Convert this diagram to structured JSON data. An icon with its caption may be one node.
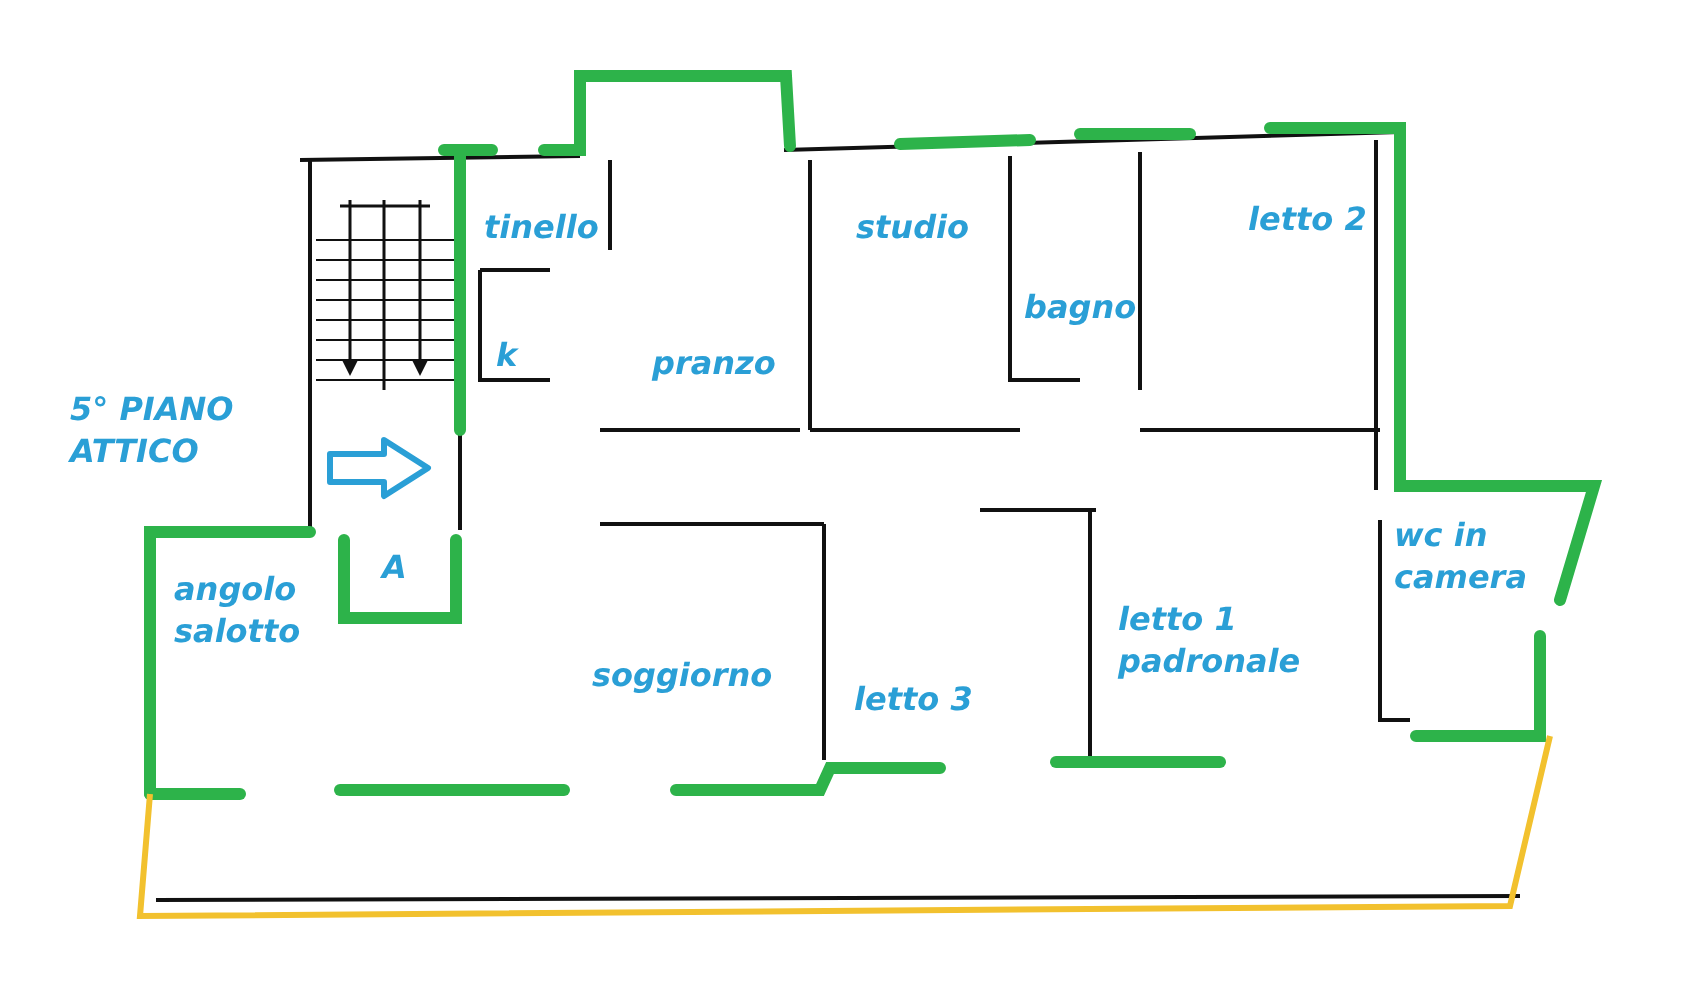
{
  "diagram": {
    "labels": [
      "tinello",
      "studio",
      "letto 2",
      "bagno",
      "k",
      "pranzo",
      "5° PIANO ATTICO",
      "A",
      "wc in camera",
      "angolo salotto",
      "soggiorno",
      "letto 1 padronale",
      "letto 3"
    ]
  }
}
